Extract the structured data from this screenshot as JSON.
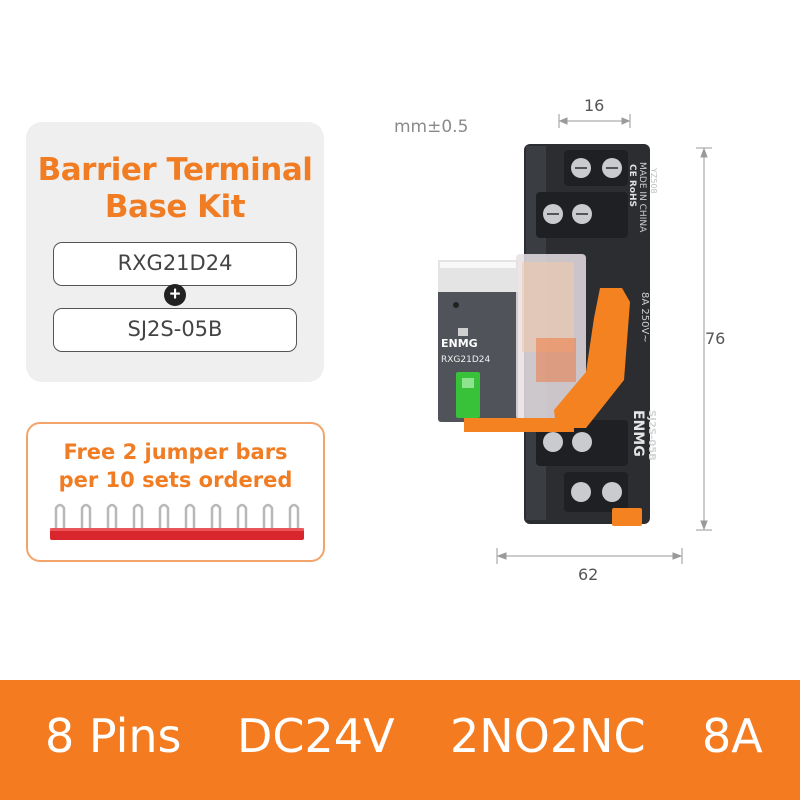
{
  "kit": {
    "title_line1": "Barrier Terminal",
    "title_line2": "Base Kit",
    "model_a": "RXG21D24",
    "plus": "+",
    "model_b": "SJ2S-05B"
  },
  "promo": {
    "line1": "Free 2 jumper bars",
    "line2": "per 10 sets ordered"
  },
  "dimensions": {
    "tolerance": "mm±0.5",
    "top": "16",
    "right": "76",
    "bottom": "62"
  },
  "product": {
    "relay_brand": "ENMG",
    "relay_model": "RXG21D24",
    "base_brand": "ENMG",
    "base_model": "SJ2S-05B",
    "base_rating": "8A 250V~",
    "base_origin": "MADE IN CHINA",
    "base_code": "YZ508",
    "base_mark": "CE RoHS"
  },
  "specs": {
    "pins": "8 Pins",
    "voltage": "DC24V",
    "contacts": "2NO2NC",
    "current": "8A"
  },
  "colors": {
    "accent": "#f07d24",
    "banner": "#f47b20",
    "jumper": "#d9262c",
    "clip": "#f58220",
    "indicator": "#38c23a"
  }
}
